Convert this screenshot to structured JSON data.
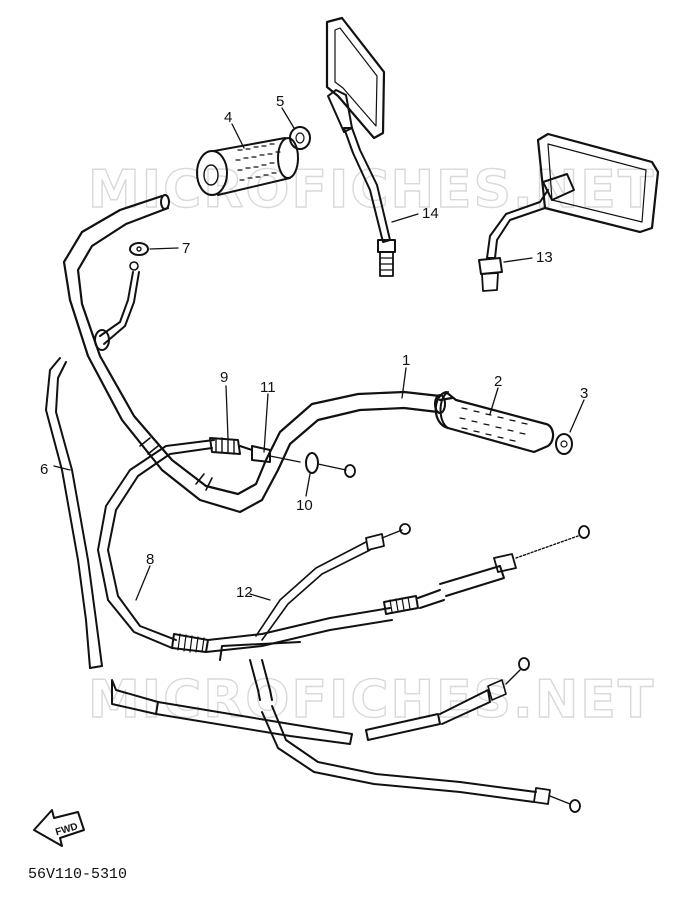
{
  "watermark": "MICROFICHES.NET",
  "parts": [
    {
      "id": "1",
      "name": "handlebar"
    },
    {
      "id": "2",
      "name": "right-grip"
    },
    {
      "id": "3",
      "name": "grip-end"
    },
    {
      "id": "4",
      "name": "throttle-grip"
    },
    {
      "id": "5",
      "name": "throttle-grip-end"
    },
    {
      "id": "6",
      "name": "wire-harness"
    },
    {
      "id": "7",
      "name": "clamp"
    },
    {
      "id": "8",
      "name": "throttle-cable-1"
    },
    {
      "id": "9",
      "name": "cable-adjuster"
    },
    {
      "id": "10",
      "name": "cable-end-nut"
    },
    {
      "id": "11",
      "name": "cable-nut"
    },
    {
      "id": "12",
      "name": "clutch-cable"
    },
    {
      "id": "13",
      "name": "right-mirror"
    },
    {
      "id": "14",
      "name": "left-mirror"
    }
  ],
  "direction_arrow": "FWD",
  "diagram_code": "56V110-5310"
}
